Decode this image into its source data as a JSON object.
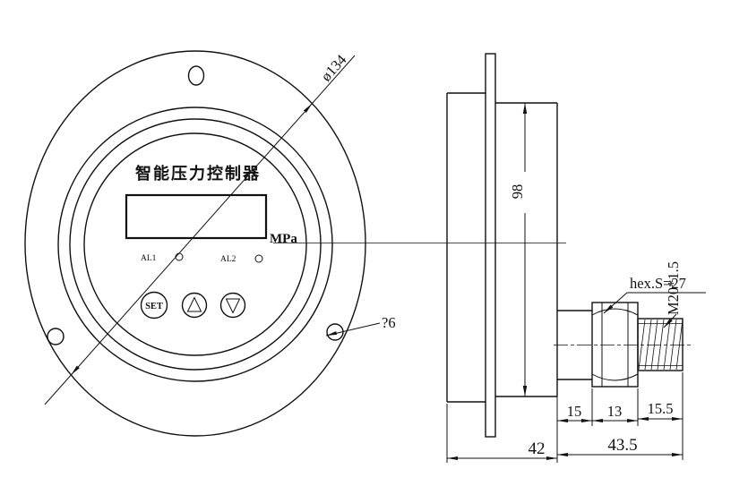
{
  "front": {
    "title": "智能压力控制器",
    "unit": "MPa",
    "alarm1": "AL1",
    "alarm2": "AL2",
    "set_button": "SET",
    "bolt_circle_diameter": "ø134",
    "mount_hole_diameter": "?6"
  },
  "side": {
    "case_diameter": "98",
    "hex_size": "hex.S=27",
    "thread_spec": "M20*1.5",
    "dims": {
      "neck": "15",
      "hex": "13",
      "thread": "15.5",
      "case_depth": "42",
      "fitting_total": "43.5"
    }
  },
  "colors": {
    "line": "#111111",
    "background": "#ffffff"
  }
}
